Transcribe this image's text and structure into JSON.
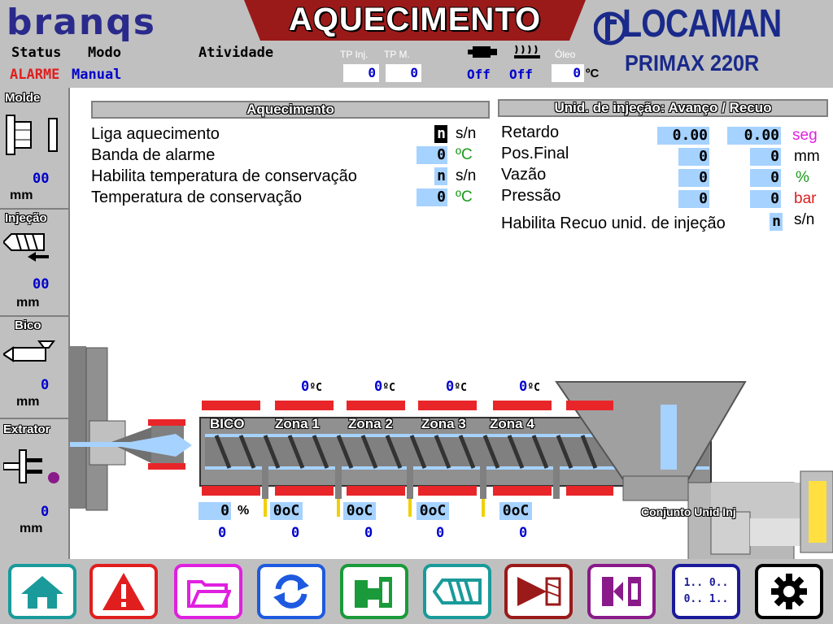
{
  "header": {
    "brand": "branqs",
    "title": "AQUECIMENTO",
    "status_label": "Status",
    "modo_label": "Modo",
    "atividade_label": "Atividade",
    "status_value": "ALARME",
    "modo_value": "Manual",
    "tp_inj_label": "TP Inj.",
    "tp_m_label": "TP M.",
    "oleo_label": "Óleo",
    "tp_inj_value": "0",
    "tp_m_value": "0",
    "motor_state": "Off",
    "heater_state": "Off",
    "oleo_value": "0",
    "oleo_unit": "ºC",
    "logo_name": "LOCAMAN",
    "model": "PRIMAX 220R"
  },
  "sidebar": {
    "molde": {
      "label": "Molde",
      "value": "00",
      "unit": "mm"
    },
    "injecao": {
      "label": "Injeção",
      "value": "00",
      "unit": "mm"
    },
    "bico": {
      "label": "Bico",
      "value": "0",
      "unit": "mm"
    },
    "extrator": {
      "label": "Extrator",
      "value": "0",
      "unit": "mm"
    }
  },
  "aquecimento": {
    "title": "Aquecimento",
    "rows": [
      {
        "label": "Liga aquecimento",
        "value": "n",
        "unit": "s/n"
      },
      {
        "label": "Banda de alarme",
        "value": "0",
        "unit": "ºC"
      },
      {
        "label": "Habilita temperatura de conservação",
        "value": "n",
        "unit": "s/n"
      },
      {
        "label": "Temperatura de conservação",
        "value": "0",
        "unit": "ºC"
      }
    ]
  },
  "unid_injecao": {
    "title": "Unid. de injeção: Avanço / Recuo",
    "rows": [
      {
        "label": "Retardo",
        "avanco": "0.00",
        "recuo": "0.00",
        "unit": "seg"
      },
      {
        "label": "Pos.Final",
        "avanco": "0",
        "recuo": "0",
        "unit": "mm"
      },
      {
        "label": "Vazão",
        "avanco": "0",
        "recuo": "0",
        "unit": "%"
      },
      {
        "label": "Pressão",
        "avanco": "0",
        "recuo": "0",
        "unit": "bar"
      }
    ],
    "recuo_label": "Habilita Recuo unid. de injeção",
    "recuo_value": "n",
    "recuo_unit": "s/n"
  },
  "zones": [
    {
      "label": "BICO",
      "top_temp": "",
      "set_value": "0",
      "set_unit": "%",
      "actual": "0"
    },
    {
      "label": "Zona 1",
      "top_temp": "0",
      "top_unit": "ºC",
      "set_value": "0",
      "set_unit": "oC",
      "actual": "0"
    },
    {
      "label": "Zona 2",
      "top_temp": "0",
      "top_unit": "ºC",
      "set_value": "0",
      "set_unit": "oC",
      "actual": "0"
    },
    {
      "label": "Zona 3",
      "top_temp": "0",
      "top_unit": "ºC",
      "set_value": "0",
      "set_unit": "oC",
      "actual": "0"
    },
    {
      "label": "Zona 4",
      "top_temp": "0",
      "top_unit": "ºC",
      "set_value": "0",
      "set_unit": "oC",
      "actual": "0"
    }
  ],
  "conjunto_label": "Conjunto Unid Inj",
  "nav": [
    {
      "name": "home",
      "color": "#1a9a9a"
    },
    {
      "name": "alarm",
      "color": "#e01e1e"
    },
    {
      "name": "folder",
      "color": "#e020e0"
    },
    {
      "name": "refresh",
      "color": "#1e5ae0"
    },
    {
      "name": "mold",
      "color": "#1a9a3a"
    },
    {
      "name": "screw",
      "color": "#1a9a9a"
    },
    {
      "name": "injection",
      "color": "#9a1a1a"
    },
    {
      "name": "clamp",
      "color": "#8a1a8a"
    },
    {
      "name": "io",
      "color": "#1a1a9a",
      "text1": "1.. 0..",
      "text2": "0.. 1.."
    },
    {
      "name": "settings",
      "color": "#000000"
    }
  ]
}
